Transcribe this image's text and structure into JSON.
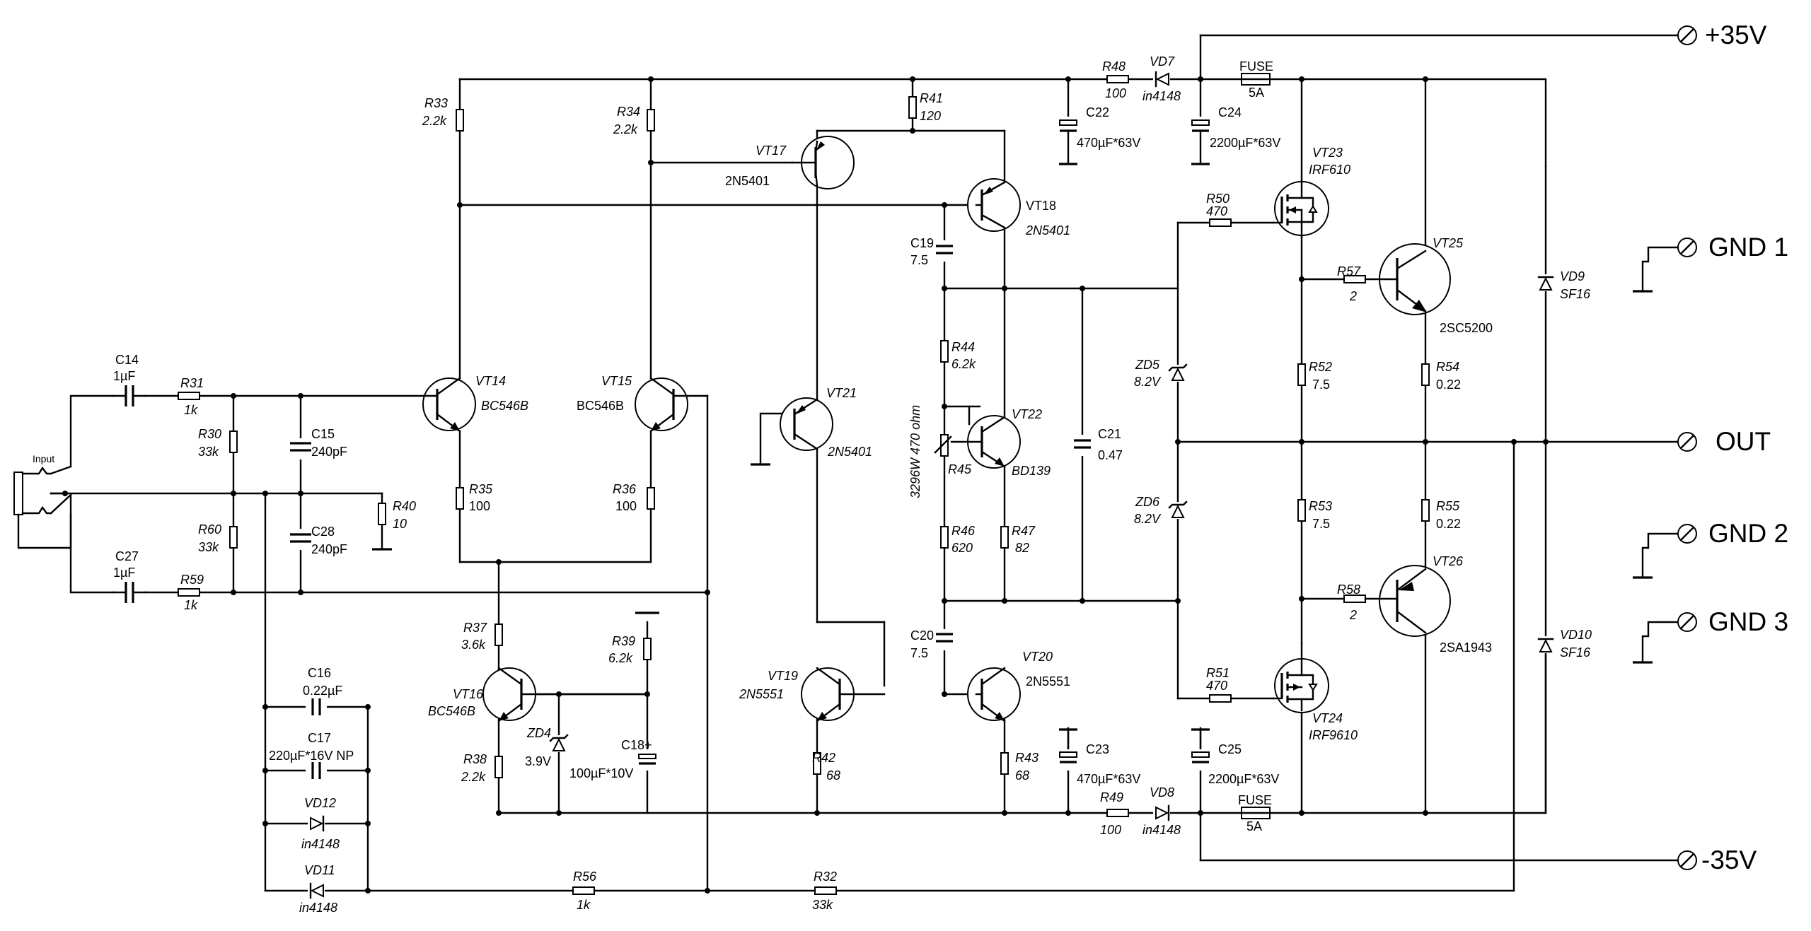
{
  "terminals": {
    "pos": "+35V",
    "gnd1": "GND 1",
    "out": "OUT",
    "gnd2": "GND 2",
    "gnd3": "GND 3",
    "neg": "-35V"
  },
  "input_label": "Input",
  "components": [
    {
      "id": "C14",
      "ref": "C14",
      "value": "1µF"
    },
    {
      "id": "R31",
      "ref": "R31",
      "value": "1k"
    },
    {
      "id": "R30",
      "ref": "R30",
      "value": "33k"
    },
    {
      "id": "C15",
      "ref": "C15",
      "value": "240pF"
    },
    {
      "id": "R60",
      "ref": "R60",
      "value": "33k"
    },
    {
      "id": "C28",
      "ref": "C28",
      "value": "240pF"
    },
    {
      "id": "R40",
      "ref": "R40",
      "value": "10"
    },
    {
      "id": "C27",
      "ref": "C27",
      "value": "1µF"
    },
    {
      "id": "R59",
      "ref": "R59",
      "value": "1k"
    },
    {
      "id": "R33",
      "ref": "R33",
      "value": "2.2k"
    },
    {
      "id": "R34",
      "ref": "R34",
      "value": "2.2k"
    },
    {
      "id": "VT14",
      "ref": "VT14",
      "value": "BC546B"
    },
    {
      "id": "VT15",
      "ref": "VT15",
      "value": "BC546B"
    },
    {
      "id": "R35",
      "ref": "R35",
      "value": "100"
    },
    {
      "id": "R36",
      "ref": "R36",
      "value": "100"
    },
    {
      "id": "R37",
      "ref": "R37",
      "value": "3.6k"
    },
    {
      "id": "VT16",
      "ref": "VT16",
      "value": "BC546B"
    },
    {
      "id": "R38",
      "ref": "R38",
      "value": "2.2k"
    },
    {
      "id": "ZD4",
      "ref": "ZD4",
      "value": "3.9V"
    },
    {
      "id": "R39",
      "ref": "R39",
      "value": "6.2k"
    },
    {
      "id": "C18",
      "ref": "C18+",
      "value": "100µF*10V"
    },
    {
      "id": "C16",
      "ref": "C16",
      "value": "0.22µF"
    },
    {
      "id": "C17",
      "ref": "C17",
      "value": "220µF*16V NP"
    },
    {
      "id": "VD12",
      "ref": "VD12",
      "value": "in4148"
    },
    {
      "id": "VD11",
      "ref": "VD11",
      "value": "in4148"
    },
    {
      "id": "R56",
      "ref": "R56",
      "value": "1k"
    },
    {
      "id": "R32",
      "ref": "R32",
      "value": "33k"
    },
    {
      "id": "R41",
      "ref": "R41",
      "value": "120"
    },
    {
      "id": "VT17",
      "ref": "VT17",
      "value": "2N5401"
    },
    {
      "id": "VT18",
      "ref": "VT18",
      "value": "2N5401"
    },
    {
      "id": "C19",
      "ref": "C19",
      "value": "7.5"
    },
    {
      "id": "VT21",
      "ref": "VT21",
      "value": "2N5401"
    },
    {
      "id": "R44",
      "ref": "R44",
      "value": "6.2k"
    },
    {
      "id": "R45",
      "ref": "R45",
      "value": "3296W 470 ohm"
    },
    {
      "id": "VT22",
      "ref": "VT22",
      "value": "BD139"
    },
    {
      "id": "R46",
      "ref": "R46",
      "value": "620"
    },
    {
      "id": "R47",
      "ref": "R47",
      "value": "82"
    },
    {
      "id": "C21",
      "ref": "C21",
      "value": "0.47"
    },
    {
      "id": "C20",
      "ref": "C20",
      "value": "7.5"
    },
    {
      "id": "VT19",
      "ref": "VT19",
      "value": "2N5551"
    },
    {
      "id": "VT20",
      "ref": "VT20",
      "value": "2N5551"
    },
    {
      "id": "R42",
      "ref": "R42",
      "value": "68"
    },
    {
      "id": "R43",
      "ref": "R43",
      "value": "68"
    },
    {
      "id": "R48",
      "ref": "R48",
      "value": "100"
    },
    {
      "id": "VD7",
      "ref": "VD7",
      "value": "in4148"
    },
    {
      "id": "C22",
      "ref": "C22",
      "value": "470µF*63V"
    },
    {
      "id": "C24",
      "ref": "C24",
      "value": "2200µF*63V"
    },
    {
      "id": "FUSE1",
      "ref": "FUSE",
      "value": "5A"
    },
    {
      "id": "C23",
      "ref": "C23",
      "value": "470µF*63V"
    },
    {
      "id": "R49",
      "ref": "R49",
      "value": "100"
    },
    {
      "id": "VD8",
      "ref": "VD8",
      "value": "in4148"
    },
    {
      "id": "C25",
      "ref": "C25",
      "value": "2200µF*63V"
    },
    {
      "id": "FUSE2",
      "ref": "FUSE",
      "value": "5A"
    },
    {
      "id": "R50",
      "ref": "R50",
      "value": "470"
    },
    {
      "id": "VT23",
      "ref": "VT23",
      "value": "IRF610"
    },
    {
      "id": "R57",
      "ref": "R57",
      "value": "2"
    },
    {
      "id": "VT25",
      "ref": "VT25",
      "value": "2SC5200"
    },
    {
      "id": "R52",
      "ref": "R52",
      "value": "7.5"
    },
    {
      "id": "R54",
      "ref": "R54",
      "value": "0.22"
    },
    {
      "id": "ZD5",
      "ref": "ZD5",
      "value": "8.2V"
    },
    {
      "id": "ZD6",
      "ref": "ZD6",
      "value": "8.2V"
    },
    {
      "id": "R53",
      "ref": "R53",
      "value": "7.5"
    },
    {
      "id": "R55",
      "ref": "R55",
      "value": "0.22"
    },
    {
      "id": "R58",
      "ref": "R58",
      "value": "2"
    },
    {
      "id": "VT26",
      "ref": "VT26",
      "value": "2SA1943"
    },
    {
      "id": "R51",
      "ref": "R51",
      "value": "470"
    },
    {
      "id": "VT24",
      "ref": "VT24",
      "value": "IRF9610"
    },
    {
      "id": "VD9",
      "ref": "VD9",
      "value": "SF16"
    },
    {
      "id": "VD10",
      "ref": "VD10",
      "value": "SF16"
    }
  ]
}
